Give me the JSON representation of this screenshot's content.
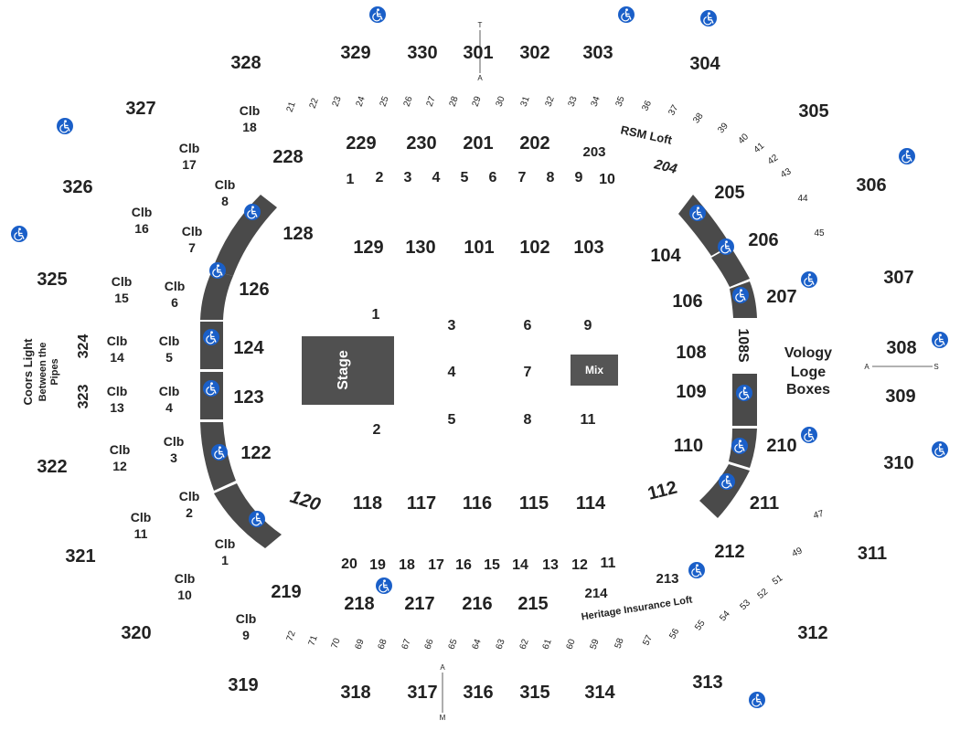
{
  "colors": {
    "seating": "#4a4a4a",
    "stage": "#505050",
    "mix": "#555555",
    "accessible": "#1a5fc8",
    "text": "#222222"
  },
  "upper_sections": [
    "329",
    "330",
    "301",
    "302",
    "303",
    "304",
    "305",
    "306",
    "307",
    "308",
    "309",
    "310",
    "311",
    "312",
    "313",
    "314",
    "315",
    "316",
    "317",
    "318",
    "319",
    "320",
    "321",
    "322",
    "325",
    "326",
    "327",
    "328"
  ],
  "upper_labels": {
    "s328": "328",
    "s329": "329",
    "s330": "330",
    "s301": "301",
    "s302": "302",
    "s303": "303",
    "s304": "304",
    "s305": "305",
    "s306": "306",
    "s307": "307",
    "s308": "308",
    "s309": "309",
    "s310": "310",
    "s311": "311",
    "s312": "312",
    "s313": "313",
    "s314": "314",
    "s315": "315",
    "s316": "316",
    "s317": "317",
    "s318": "318",
    "s319": "319",
    "s320": "320",
    "s321": "321",
    "s322": "322",
    "s323": "323",
    "s324": "324",
    "s325": "325",
    "s326": "326",
    "s327": "327"
  },
  "mid_labels": {
    "s228": "228",
    "s229": "229",
    "s230": "230",
    "s201": "201",
    "s202": "202",
    "s203": "203",
    "s204": "204",
    "s205": "205",
    "s206": "206",
    "s207": "207",
    "s108s": "108S",
    "s210": "210",
    "s211": "211",
    "s212": "212",
    "s213": "213",
    "s214": "214",
    "s215": "215",
    "s216": "216",
    "s217": "217",
    "s218": "218",
    "s219": "219"
  },
  "lower_labels": {
    "s128": "128",
    "s126": "126",
    "s124": "124",
    "s123": "123",
    "s122": "122",
    "s120": "120",
    "s129": "129",
    "s130": "130",
    "s101": "101",
    "s102": "102",
    "s103": "103",
    "s104": "104",
    "s106": "106",
    "s108": "108",
    "s109": "109",
    "s110": "110",
    "s112": "112",
    "s118": "118",
    "s117": "117",
    "s116": "116",
    "s115": "115",
    "s114": "114"
  },
  "floor_labels": {
    "f1": "1",
    "f2": "2",
    "f3": "3",
    "f4": "4",
    "f5": "5",
    "f6": "6",
    "f7": "7",
    "f8": "8",
    "f9": "9",
    "f11": "11"
  },
  "suites_top": [
    "1",
    "2",
    "3",
    "4",
    "5",
    "6",
    "7",
    "8",
    "9",
    "10"
  ],
  "suites_bottom": [
    "20",
    "19",
    "18",
    "17",
    "16",
    "15",
    "14",
    "13",
    "12",
    "11"
  ],
  "loft_top_numbers": [
    "21",
    "22",
    "23",
    "24",
    "25",
    "26",
    "27",
    "28",
    "29",
    "30",
    "31",
    "32",
    "33",
    "34",
    "35",
    "36",
    "37",
    "38",
    "39",
    "40",
    "41",
    "42",
    "43",
    "44",
    "45"
  ],
  "loft_bottom_numbers": [
    "72",
    "71",
    "70",
    "69",
    "68",
    "67",
    "66",
    "65",
    "64",
    "63",
    "62",
    "61",
    "60",
    "59",
    "58",
    "57",
    "56",
    "55",
    "54",
    "53",
    "52",
    "51",
    "49",
    "47"
  ],
  "clubs": {
    "c18": [
      "Clb",
      "18"
    ],
    "c17": [
      "Clb",
      "17"
    ],
    "c16": [
      "Clb",
      "16"
    ],
    "c15": [
      "Clb",
      "15"
    ],
    "c14": [
      "Clb",
      "14"
    ],
    "c13": [
      "Clb",
      "13"
    ],
    "c12": [
      "Clb",
      "12"
    ],
    "c11": [
      "Clb",
      "11"
    ],
    "c10": [
      "Clb",
      "10"
    ],
    "c9": [
      "Clb",
      "9"
    ],
    "c8": [
      "Clb",
      "8"
    ],
    "c7": [
      "Clb",
      "7"
    ],
    "c6": [
      "Clb",
      "6"
    ],
    "c5": [
      "Clb",
      "5"
    ],
    "c4": [
      "Clb",
      "4"
    ],
    "c3": [
      "Clb",
      "3"
    ],
    "c2": [
      "Clb",
      "2"
    ],
    "c1": [
      "Clb",
      "1"
    ]
  },
  "labels": {
    "stage": "Stage",
    "mix": "Mix",
    "rsm_loft": "RSM Loft",
    "heritage_loft": "Heritage Insurance Loft",
    "coors_line1": "Coors Light",
    "coors_line2": "Between the",
    "coors_line3": "Pipes",
    "vology1": "Vology",
    "vology2": "Loge",
    "vology3": "Boxes",
    "aisle_t": "T",
    "aisle_a_top": "A",
    "aisle_a_right": "A",
    "aisle_s": "S",
    "aisle_a_bottom": "A",
    "aisle_m": "M"
  },
  "accessible_icon": "wheelchair-icon"
}
